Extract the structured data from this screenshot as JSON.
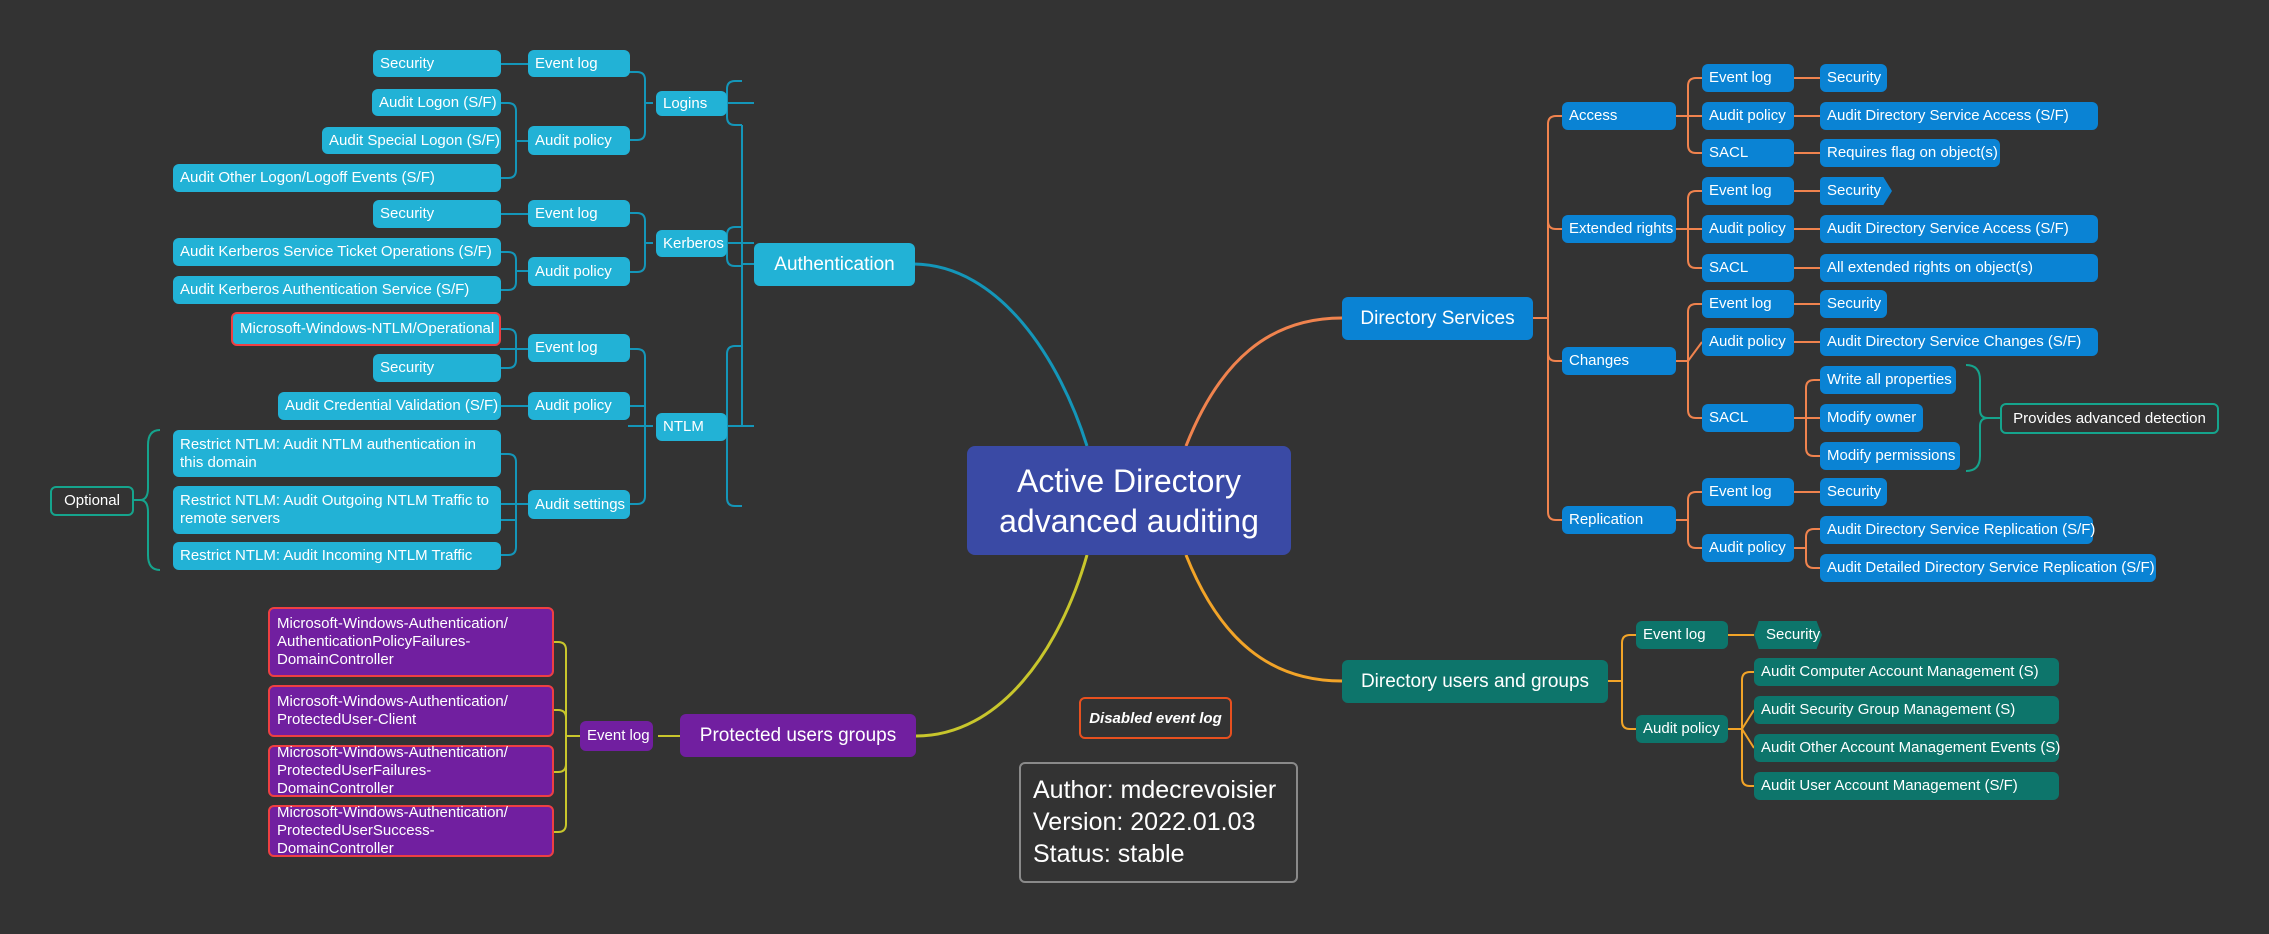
{
  "root": {
    "line1": "Active Directory",
    "line2": "advanced auditing"
  },
  "authentication": {
    "label": "Authentication",
    "logins": {
      "label": "Logins",
      "event_log": {
        "label": "Event log",
        "source": "Security"
      },
      "audit_policy": {
        "label": "Audit policy",
        "items": [
          "Audit Logon (S/F)",
          "Audit Special Logon (S/F)",
          "Audit Other Logon/Logoff Events (S/F)"
        ]
      }
    },
    "kerberos": {
      "label": "Kerberos",
      "event_log": {
        "label": "Event log",
        "source": "Security"
      },
      "audit_policy": {
        "label": "Audit policy",
        "items": [
          "Audit Kerberos Service Ticket Operations (S/F)",
          "Audit Kerberos Authentication Service (S/F)"
        ]
      }
    },
    "ntlm": {
      "label": "NTLM",
      "event_log": {
        "label": "Event log",
        "sources": [
          "Microsoft-Windows-NTLM/Operational",
          "Security"
        ]
      },
      "audit_policy": {
        "label": "Audit policy",
        "items": [
          "Audit Credential Validation (S/F)"
        ]
      },
      "audit_settings": {
        "label": "Audit settings",
        "items": [
          "Restrict NTLM: Audit NTLM authentication in this domain",
          "Restrict NTLM: Audit Outgoing NTLM Traffic to remote servers",
          "Restrict NTLM: Audit Incoming NTLM Traffic"
        ],
        "note": "Optional"
      }
    }
  },
  "protected_users": {
    "label": "Protected users groups",
    "event_log": {
      "label": "Event log",
      "sources": [
        "Microsoft-Windows-Authentication/ AuthenticationPolicyFailures-DomainController",
        "Microsoft-Windows-Authentication/ ProtectedUser-Client",
        "Microsoft-Windows-Authentication/ ProtectedUserFailures-DomainController",
        "Microsoft-Windows-Authentication/ ProtectedUserSuccess-DomainController"
      ]
    }
  },
  "directory_services": {
    "label": "Directory Services",
    "access": {
      "label": "Access",
      "event_log": "Event log",
      "event_source": "Security",
      "audit_policy": "Audit policy",
      "policy_item": "Audit Directory Service Access (S/F)",
      "sacl": "SACL",
      "sacl_item": "Requires flag on object(s)"
    },
    "extended_rights": {
      "label": "Extended rights",
      "event_log": "Event log",
      "event_source": "Security",
      "audit_policy": "Audit policy",
      "policy_item": "Audit Directory Service Access (S/F)",
      "sacl": "SACL",
      "sacl_item": "All extended rights on object(s)"
    },
    "changes": {
      "label": "Changes",
      "event_log": "Event log",
      "event_source": "Security",
      "audit_policy": "Audit policy",
      "policy_item": "Audit Directory Service Changes (S/F)",
      "sacl": "SACL",
      "sacl_items": [
        "Write all properties",
        "Modify owner",
        "Modify permissions"
      ],
      "note": "Provides advanced detection"
    },
    "replication": {
      "label": "Replication",
      "event_log": "Event log",
      "event_source": "Security",
      "audit_policy": "Audit policy",
      "policy_items": [
        "Audit Directory Service Replication (S/F)",
        "Audit Detailed Directory Service Replication (S/F)"
      ]
    }
  },
  "directory_users": {
    "label": "Directory users and groups",
    "event_log": {
      "label": "Event log",
      "source": "Security"
    },
    "audit_policy": {
      "label": "Audit policy",
      "items": [
        "Audit Computer Account Management (S)",
        "Audit Security Group Management (S)",
        "Audit Other Account Management Events (S)",
        "Audit User Account Management (S/F)"
      ]
    }
  },
  "legend": {
    "disabled_label": "Disabled event log"
  },
  "meta": {
    "author": "Author: mdecrevoisier",
    "version": "Version: 2022.01.03",
    "status": "Status: stable"
  },
  "colors": {
    "authentication": "#22b2d6",
    "directory_services": "#0a83d4",
    "directory_users": "#0d756b",
    "protected_users": "#711fa0",
    "root": "#3a4aa5",
    "disabled_border": "#ee3f43",
    "line_auth": "#1496b9",
    "line_ds": "#f0834e",
    "line_users": "#f2a428",
    "line_protected": "#c8c62c",
    "background": "#333333"
  }
}
